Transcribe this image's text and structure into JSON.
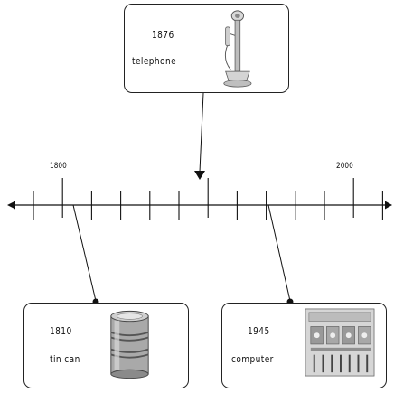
{
  "timeline": {
    "start_label": "1800",
    "end_label": "2000"
  },
  "events": {
    "telephone": {
      "year": "1876",
      "label": "telephone",
      "icon": "candlestick-telephone-icon"
    },
    "tin_can": {
      "year": "1810",
      "label": "tin can",
      "icon": "tin-can-icon"
    },
    "computer": {
      "year": "1945",
      "label": "computer",
      "icon": "computer-circuit-board-icon"
    }
  }
}
